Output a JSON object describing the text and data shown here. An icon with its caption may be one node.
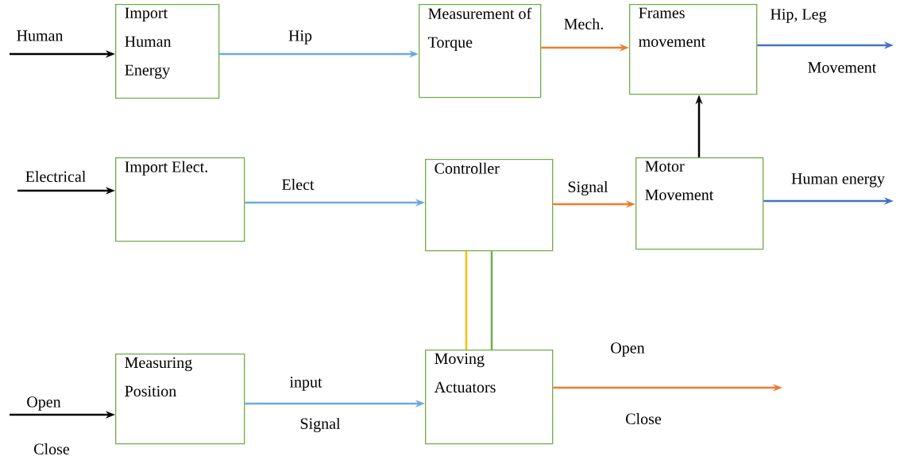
{
  "diagram": {
    "nodes": [
      {
        "text": [
          "Import Human Energy"
        ]
      },
      {
        "text": [
          "Measurement of Torque"
        ]
      },
      {
        "text": [
          "Frames movement"
        ]
      },
      {
        "text": [
          "Import Elect."
        ]
      },
      {
        "text": [
          "Controller"
        ]
      },
      {
        "text": [
          "Motor Movement"
        ]
      },
      {
        "text": [
          "Measuring Position"
        ]
      },
      {
        "text": [
          "Moving Actuators"
        ]
      }
    ],
    "edges": [
      {
        "from": null,
        "to": 0,
        "arrow": "to",
        "label": "Human"
      },
      {
        "from": 0,
        "to": 1,
        "arrow": "to",
        "label": "Hip",
        "color": "#6fa8dc"
      },
      {
        "from": 1,
        "to": 2,
        "arrow": "to",
        "label": "Mech.",
        "color": "#ed7d31"
      },
      {
        "from": 2,
        "to": null,
        "arrow": "to",
        "label": "Hip, Leg",
        "color": "#4472c4"
      },
      {
        "from": null,
        "to": 3,
        "arrow": "to",
        "label": "Electrical"
      },
      {
        "from": 3,
        "to": 4,
        "arrow": "to",
        "label": "Elect",
        "color": "#6fa8dc"
      },
      {
        "from": 4,
        "to": 5,
        "arrow": "to",
        "label": "Signal",
        "color": "#ed7d31"
      },
      {
        "from": 5,
        "to": 2,
        "arrow": "to"
      },
      {
        "from": 5,
        "to": null,
        "arrow": "to",
        "label": "Human energy",
        "color": "#4472c4"
      },
      {
        "from": 4,
        "to": 7,
        "arrow": "none",
        "color": "#ffc000"
      },
      {
        "from": 4,
        "to": 7,
        "arrow": "none",
        "color": "#70ad47"
      },
      {
        "from": null,
        "to": 6,
        "arrow": "to",
        "label": "Open"
      },
      {
        "from": 6,
        "to": 7,
        "arrow": "to",
        "label": "input",
        "color": "#6fa8dc"
      },
      {
        "from": 7,
        "to": null,
        "arrow": "to",
        "label": "Open",
        "color": "#ed7d31"
      }
    ],
    "labels": [
      "Movement",
      "Close",
      "Signal",
      "Close"
    ]
  }
}
